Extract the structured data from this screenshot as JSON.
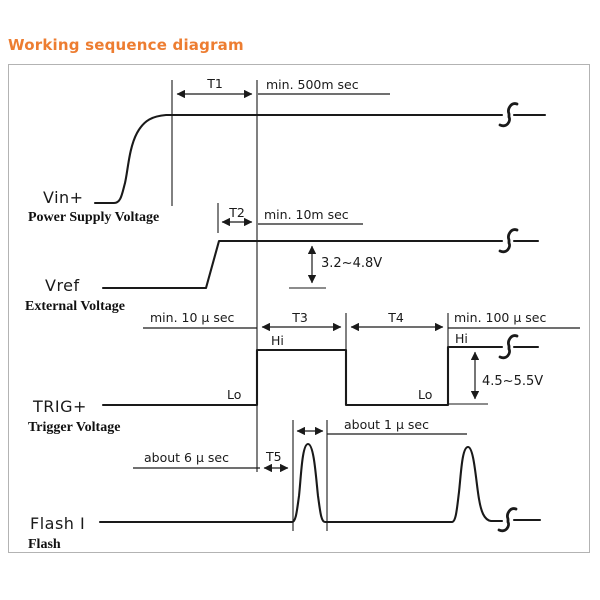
{
  "title": "Working sequence diagram",
  "colors": {
    "title": "#ED7D31",
    "ink": "#1a1a1a",
    "box-border": "#b3b3b3"
  },
  "signals": [
    {
      "name": "Vin+",
      "desc": "Power Supply Voltage"
    },
    {
      "name": "Vref",
      "desc": "External Voltage"
    },
    {
      "name": "TRIG+",
      "desc": "Trigger Voltage"
    },
    {
      "name": "Flash I",
      "desc": "Flash"
    }
  ],
  "timing": {
    "t1": "T1",
    "t2": "T2",
    "t3": "T3",
    "t4": "T4",
    "t5": "T5",
    "min_500m": "min. 500m sec",
    "min_10m": "min. 10m sec",
    "min_10u": "min. 10 μ sec",
    "min_100u": "min. 100 μ sec",
    "about_6u": "about 6 μ sec",
    "about_1u": "about 1 μ sec",
    "vref_range": "3.2~4.8V",
    "trig_range": "4.5~5.5V",
    "hi": "Hi",
    "lo": "Lo"
  }
}
